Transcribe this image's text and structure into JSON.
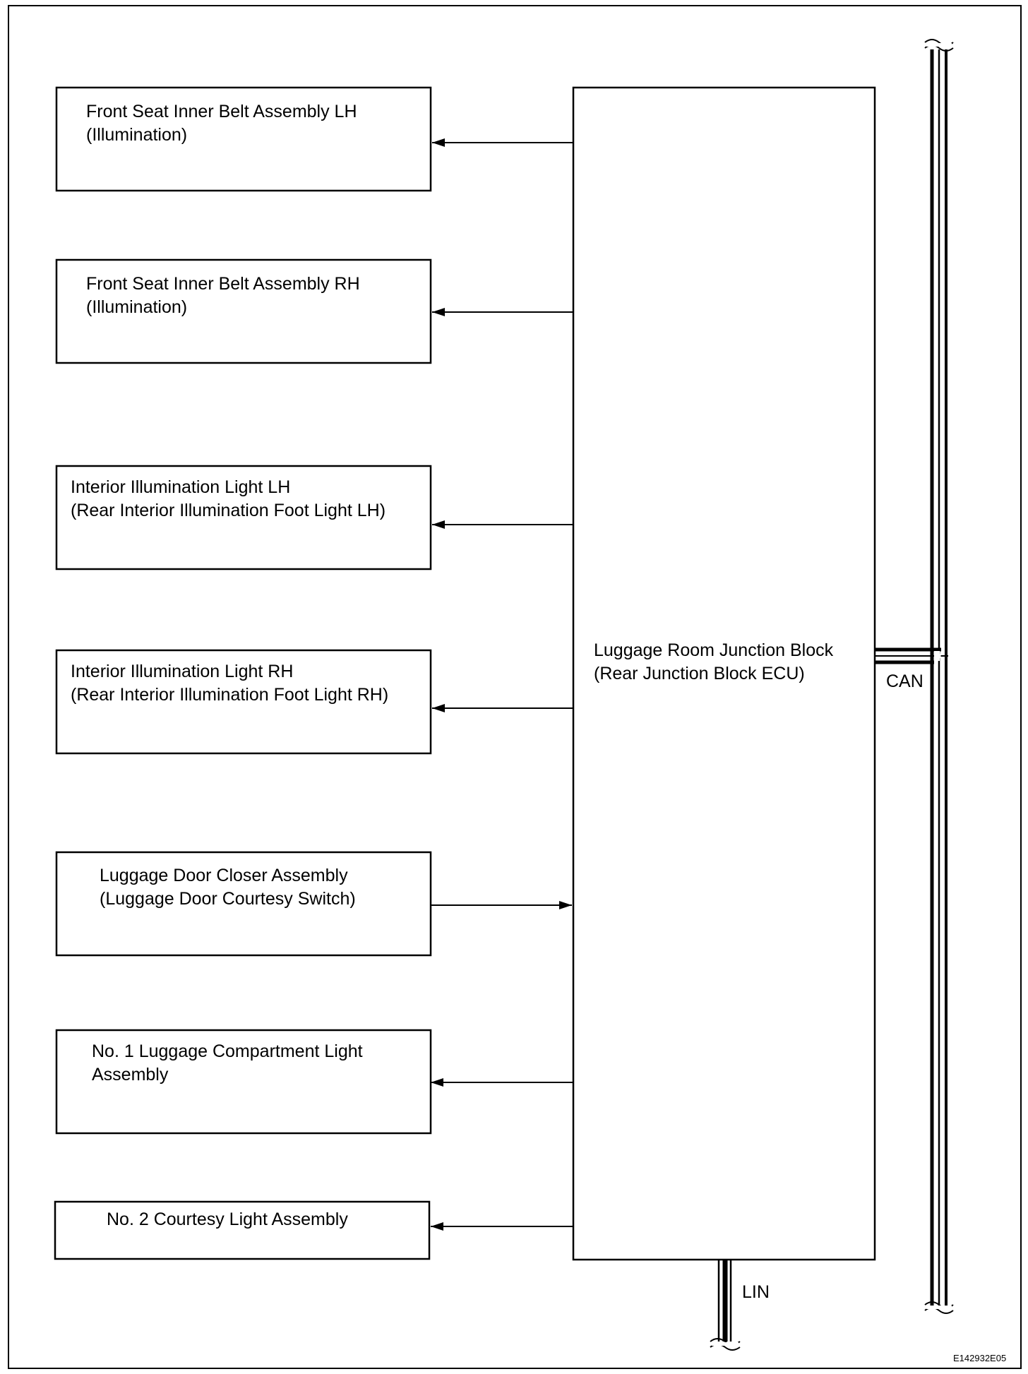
{
  "components": [
    {
      "id": "front-seat-belt-lh",
      "lines": [
        "Front Seat Inner Belt Assembly LH",
        "(Illumination)"
      ],
      "direction": "output"
    },
    {
      "id": "front-seat-belt-rh",
      "lines": [
        "Front Seat Inner Belt Assembly RH",
        "(Illumination)"
      ],
      "direction": "output"
    },
    {
      "id": "interior-light-lh",
      "lines": [
        "Interior Illumination Light LH",
        "(Rear Interior Illumination Foot Light LH)"
      ],
      "direction": "output"
    },
    {
      "id": "interior-light-rh",
      "lines": [
        "Interior Illumination Light RH",
        "(Rear Interior Illumination Foot Light RH)"
      ],
      "direction": "output"
    },
    {
      "id": "luggage-door-closer",
      "lines": [
        "Luggage Door Closer Assembly",
        "(Luggage Door Courtesy Switch)"
      ],
      "direction": "input"
    },
    {
      "id": "luggage-compartment-light",
      "lines": [
        "No. 1 Luggage Compartment Light",
        "Assembly"
      ],
      "direction": "output"
    },
    {
      "id": "courtesy-light-2",
      "lines": [
        "No. 2 Courtesy Light Assembly"
      ],
      "direction": "output"
    }
  ],
  "ecu": {
    "lines": [
      "Luggage Room Junction Block",
      "(Rear Junction Block ECU)"
    ]
  },
  "buses": {
    "can": "CAN",
    "lin": "LIN"
  },
  "figure_id": "E142932E05"
}
